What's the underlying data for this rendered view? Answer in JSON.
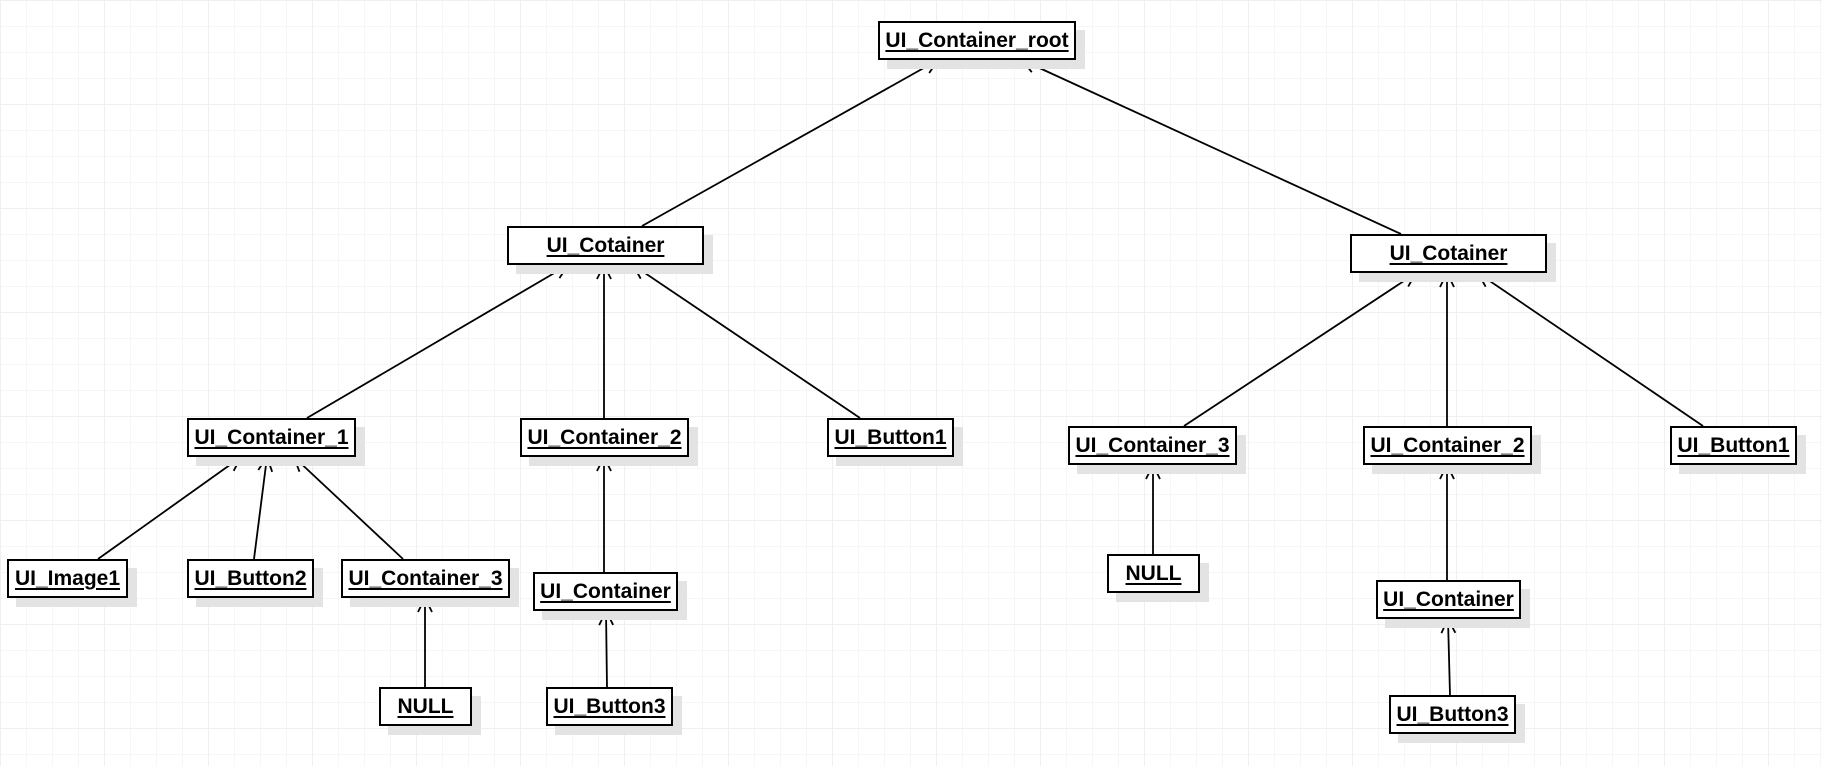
{
  "diagram": {
    "nodes": [
      {
        "id": "root",
        "label": "UI_Container_root"
      },
      {
        "id": "left_cotainer",
        "label": "UI_Cotainer"
      },
      {
        "id": "right_cotainer",
        "label": "UI_Cotainer"
      },
      {
        "id": "l_container_1",
        "label": "UI_Container_1"
      },
      {
        "id": "l_container_2",
        "label": "UI_Container_2"
      },
      {
        "id": "l_button1",
        "label": "UI_Button1"
      },
      {
        "id": "r_container_3",
        "label": "UI_Container_3"
      },
      {
        "id": "r_container_2",
        "label": "UI_Container_2"
      },
      {
        "id": "r_button1",
        "label": "UI_Button1"
      },
      {
        "id": "l_image1",
        "label": "UI_Image1"
      },
      {
        "id": "l_button2",
        "label": "UI_Button2"
      },
      {
        "id": "l_container_3",
        "label": "UI_Container_3"
      },
      {
        "id": "l_null",
        "label": "NULL"
      },
      {
        "id": "l_container",
        "label": "UI_Container"
      },
      {
        "id": "l_button3",
        "label": "UI_Button3"
      },
      {
        "id": "r_null",
        "label": "NULL"
      },
      {
        "id": "r_container",
        "label": "UI_Container"
      },
      {
        "id": "r_button3",
        "label": "UI_Button3"
      }
    ],
    "edges": [
      {
        "from": "left_cotainer",
        "to": "root"
      },
      {
        "from": "right_cotainer",
        "to": "root"
      },
      {
        "from": "l_container_1",
        "to": "left_cotainer"
      },
      {
        "from": "l_container_2",
        "to": "left_cotainer"
      },
      {
        "from": "l_button1",
        "to": "left_cotainer"
      },
      {
        "from": "r_container_3",
        "to": "right_cotainer"
      },
      {
        "from": "r_container_2",
        "to": "right_cotainer"
      },
      {
        "from": "r_button1",
        "to": "right_cotainer"
      },
      {
        "from": "l_image1",
        "to": "l_container_1"
      },
      {
        "from": "l_button2",
        "to": "l_container_1"
      },
      {
        "from": "l_container_3",
        "to": "l_container_1"
      },
      {
        "from": "l_null",
        "to": "l_container_3"
      },
      {
        "from": "l_container",
        "to": "l_container_2"
      },
      {
        "from": "l_button3",
        "to": "l_container"
      },
      {
        "from": "r_null",
        "to": "r_container_3"
      },
      {
        "from": "r_container",
        "to": "r_container_2"
      },
      {
        "from": "r_button3",
        "to": "r_container"
      }
    ]
  }
}
